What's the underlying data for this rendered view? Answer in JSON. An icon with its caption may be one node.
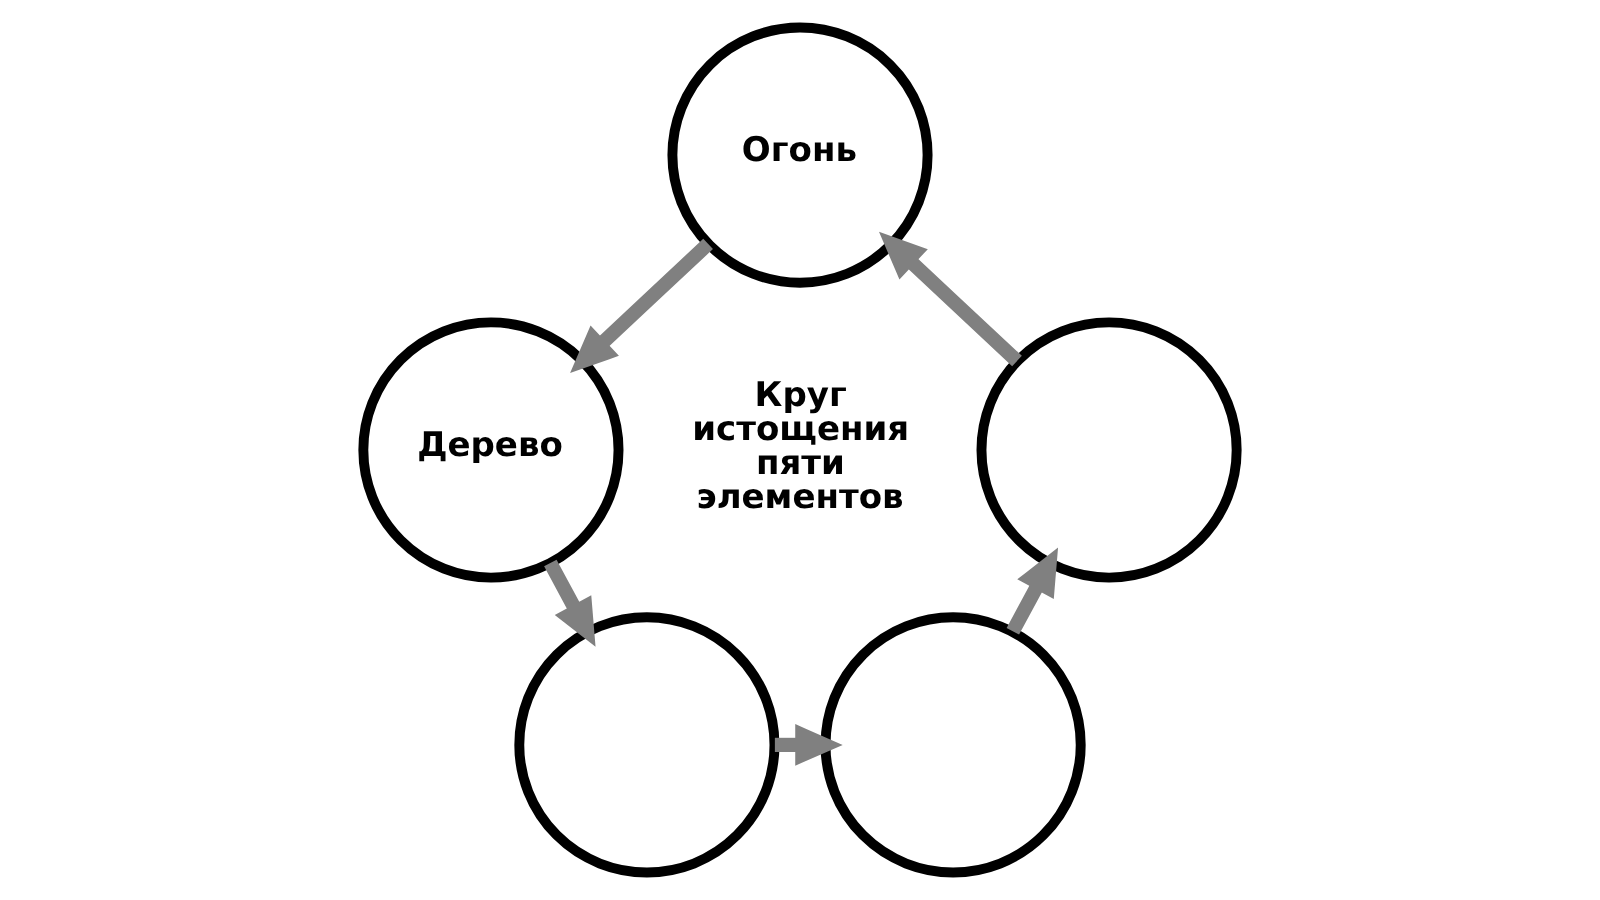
{
  "diagram": {
    "nodes": [
      {
        "text": [
          "Огонь"
        ]
      },
      {
        "text": [
          "Дерево"
        ]
      },
      {
        "text": [],
        "shape": "circle"
      },
      {
        "text": [],
        "shape": "circle"
      },
      {
        "text": [],
        "shape": "circle"
      }
    ],
    "edges": [
      {
        "from": 0,
        "to": 1,
        "arrow": "to"
      },
      {
        "from": 1,
        "to": 3,
        "arrow": "to"
      },
      {
        "from": 3,
        "to": 4,
        "arrow": "to"
      },
      {
        "from": 4,
        "to": 2,
        "arrow": "to"
      },
      {
        "from": 2,
        "to": 0,
        "arrow": "to"
      }
    ],
    "labels": [
      "Круг истощения пяти элементов"
    ]
  }
}
